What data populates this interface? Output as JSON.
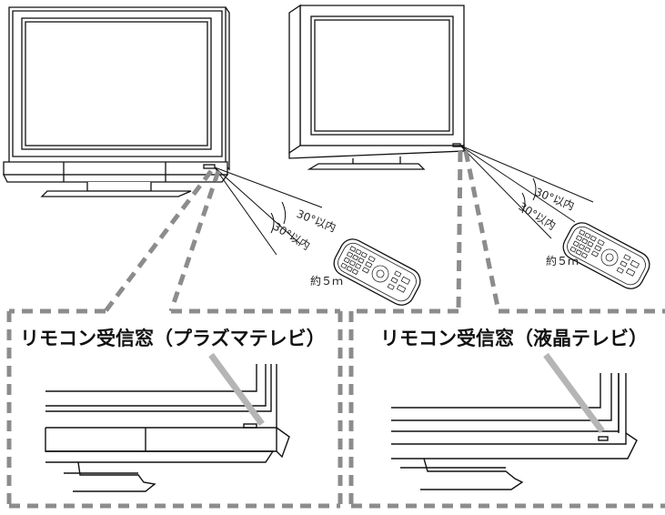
{
  "plasma": {
    "caption": "リモコン受信窓（プラズマテレビ）",
    "angle_upper": "30°以内",
    "angle_lower": "30°以内",
    "distance": "約５ｍ"
  },
  "lcd": {
    "caption": "リモコン受信窓（液晶テレビ）",
    "angle_upper": "30°以内",
    "angle_lower": "30°以内",
    "distance": "約５ｍ"
  },
  "colors": {
    "line": "#111111",
    "dashed": "#8c8c8c",
    "pointer": "#b5b5b5"
  }
}
